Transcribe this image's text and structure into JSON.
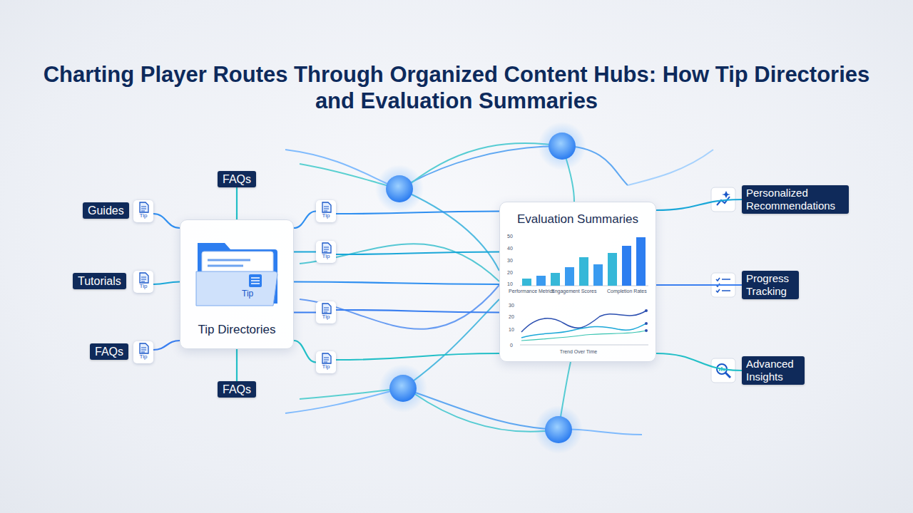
{
  "diagram": {
    "title": "Charting Player Routes Through Organized Content Hubs: How Tip Directories and Evaluation Summaries",
    "nodes": [
      {
        "text": [
          "FAQs"
        ]
      },
      {
        "text": [
          "Guides"
        ]
      },
      {
        "text": [
          "Tip"
        ]
      },
      {
        "text": [
          "Tutorials"
        ]
      },
      {
        "text": [
          "Tip"
        ]
      },
      {
        "text": [
          "FAQs"
        ]
      },
      {
        "text": [
          "Tip"
        ]
      },
      {
        "text": [
          "Tip Directories"
        ]
      },
      {
        "text": [
          "Tip"
        ],
        "in": 7
      },
      {
        "text": [
          "FAQs"
        ]
      },
      {
        "text": [
          "Tip"
        ]
      },
      {
        "text": [
          "Tip"
        ]
      },
      {
        "text": [
          "Tip"
        ]
      },
      {
        "text": [
          "Tip"
        ]
      },
      {
        "text": [
          "Evaluation Summaries"
        ]
      },
      {
        "text": [
          "Personalized Recommendations"
        ]
      },
      {
        "text": [
          "Progress Tracking"
        ]
      },
      {
        "text": [
          "Advanced Insights"
        ]
      }
    ],
    "edges": [
      {
        "from": 0,
        "to": 7,
        "arrow": "none"
      },
      {
        "from": 2,
        "to": 7,
        "arrow": "none"
      },
      {
        "from": 4,
        "to": 7,
        "arrow": "none"
      },
      {
        "from": 6,
        "to": 7,
        "arrow": "none"
      },
      {
        "from": 9,
        "to": 7,
        "arrow": "none"
      },
      {
        "from": 7,
        "to": 10,
        "arrow": "none"
      },
      {
        "from": 7,
        "to": 11,
        "arrow": "none"
      },
      {
        "from": 7,
        "to": 12,
        "arrow": "none"
      },
      {
        "from": 7,
        "to": 13,
        "arrow": "none"
      },
      {
        "from": 10,
        "to": 14,
        "arrow": "none"
      },
      {
        "from": 11,
        "to": 14,
        "arrow": "none"
      },
      {
        "from": 12,
        "to": 14,
        "arrow": "none"
      },
      {
        "from": 13,
        "to": 14,
        "arrow": "none"
      },
      {
        "from": 7,
        "to": 14,
        "arrow": "none"
      },
      {
        "from": 14,
        "to": 15,
        "arrow": "none"
      },
      {
        "from": 14,
        "to": 16,
        "arrow": "none"
      },
      {
        "from": 14,
        "to": 17,
        "arrow": "none"
      }
    ],
    "labels": [
      "50",
      "40",
      "30",
      "20",
      "10",
      "Performance Metrics",
      "Engagement Scores",
      "Completion Rates",
      "30",
      "20",
      "10",
      "0",
      "Trend Over Time"
    ]
  }
}
